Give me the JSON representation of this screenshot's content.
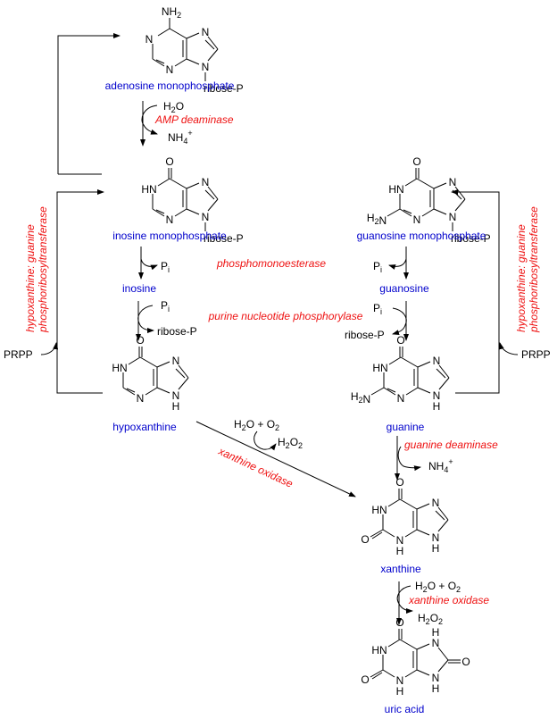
{
  "title": "Purine salvage and degradation pathway",
  "colors": {
    "compound": "#0000cc",
    "enzyme": "#ee1111",
    "text": "#000000"
  },
  "compounds": {
    "amp": {
      "name": "adenosine monophosphate",
      "substituent": "NH2",
      "sugar": "ribose-P"
    },
    "imp": {
      "name": "inosine monophosphate",
      "sugar": "ribose-P"
    },
    "gmp": {
      "name": "guanosine monophosphate",
      "sugar": "ribose-P"
    },
    "inosine": {
      "name": "inosine"
    },
    "guanosine": {
      "name": "guanosine"
    },
    "hypoxanthine": {
      "name": "hypoxanthine"
    },
    "guanine": {
      "name": "guanine"
    },
    "xanthine": {
      "name": "xanthine"
    },
    "uric_acid": {
      "name": "uric acid"
    }
  },
  "enzymes": {
    "amp_deaminase": "AMP deaminase",
    "phosphomonoesterase": "phosphomonoesterase",
    "pnp": "purine nucleotide phosphorylase",
    "hgprt_line1": "hypoxanthine: guanine",
    "hgprt_line2": "phosphoribosyltransferase",
    "xanthine_oxidase": "xanthine oxidase",
    "guanine_deaminase": "guanine deaminase"
  },
  "reagents": {
    "h2o": "H2O",
    "nh4": "NH4+",
    "pi": "Pi",
    "ribose_p": "ribose-P",
    "prpp": "PRPP",
    "h2o_o2": "H2O + O2",
    "h2o2": "H2O2"
  }
}
